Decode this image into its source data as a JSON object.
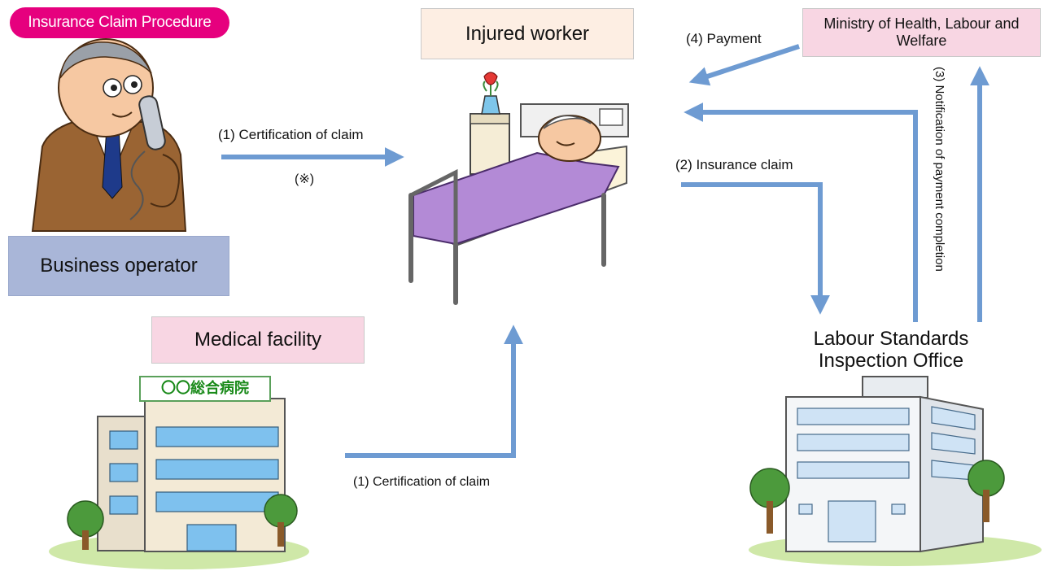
{
  "title": "Insurance Claim Procedure",
  "nodes": {
    "injured_worker": "Injured worker",
    "ministry": "Ministry of Health, Labour and Welfare",
    "business_operator": "Business operator",
    "medical_facility": "Medical facility",
    "labour_office_line1": "Labour Standards",
    "labour_office_line2": "Inspection Office",
    "hospital_sign": "〇〇総合病院"
  },
  "arrows": {
    "certification_operator": "(1) Certification of claim",
    "certification_note": "(※)",
    "certification_medical": "(1) Certification of claim",
    "insurance_claim": "(2) Insurance claim",
    "notification": "(3) Notification of payment completion",
    "payment": "(4) Payment"
  },
  "colors": {
    "arrow": "#6e9bd2",
    "title_pill": "#e6007e",
    "operator_box": "#a9b6d8",
    "pink_box": "#f8d6e3",
    "peach_box": "#fdeee3"
  }
}
